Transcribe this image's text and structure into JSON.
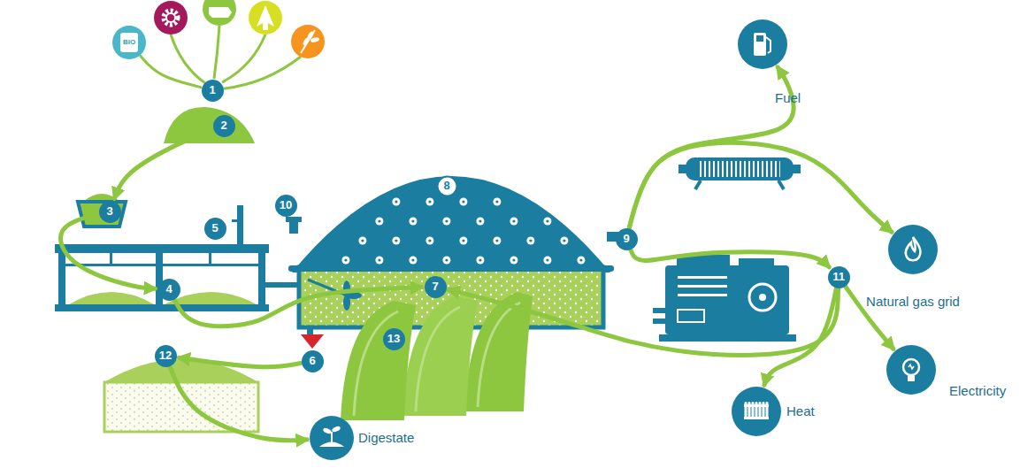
{
  "diagram": {
    "nodes": [
      {
        "text": [
          "1"
        ]
      },
      {
        "text": [
          "2"
        ]
      },
      {
        "text": [
          "3"
        ]
      },
      {
        "text": [
          "4"
        ]
      },
      {
        "text": [
          "5"
        ]
      },
      {
        "text": [
          "6"
        ]
      },
      {
        "text": [
          "7"
        ]
      },
      {
        "text": [
          "8"
        ]
      },
      {
        "text": [
          "9"
        ]
      },
      {
        "text": [
          "10"
        ]
      },
      {
        "text": [
          "11"
        ]
      },
      {
        "text": [
          "12"
        ]
      },
      {
        "text": [
          "13"
        ]
      },
      {
        "text": [
          "Fuel"
        ]
      },
      {
        "text": [
          "Natural gas grid"
        ]
      },
      {
        "text": [
          "Electricity"
        ]
      },
      {
        "text": [
          "Heat"
        ]
      },
      {
        "text": [
          "Digestate"
        ]
      },
      {
        "text": [
          "BIO"
        ]
      }
    ],
    "edges": [
      {
        "from": 18,
        "to": 0,
        "arrow": "none"
      },
      {
        "from": 1,
        "to": 2,
        "arrow": "to"
      },
      {
        "from": 2,
        "to": 3,
        "arrow": "to"
      },
      {
        "from": 3,
        "to": 6,
        "arrow": "to"
      },
      {
        "from": 8,
        "to": 13,
        "arrow": "to"
      },
      {
        "from": 8,
        "to": 14,
        "arrow": "to"
      },
      {
        "from": 8,
        "to": 10,
        "arrow": "to"
      },
      {
        "from": 10,
        "to": 6,
        "arrow": "to"
      },
      {
        "from": 10,
        "to": 15,
        "arrow": "to"
      },
      {
        "from": 10,
        "to": 16,
        "arrow": "to"
      },
      {
        "from": 5,
        "to": 11,
        "arrow": "to"
      },
      {
        "from": 11,
        "to": 17,
        "arrow": "to"
      }
    ]
  }
}
